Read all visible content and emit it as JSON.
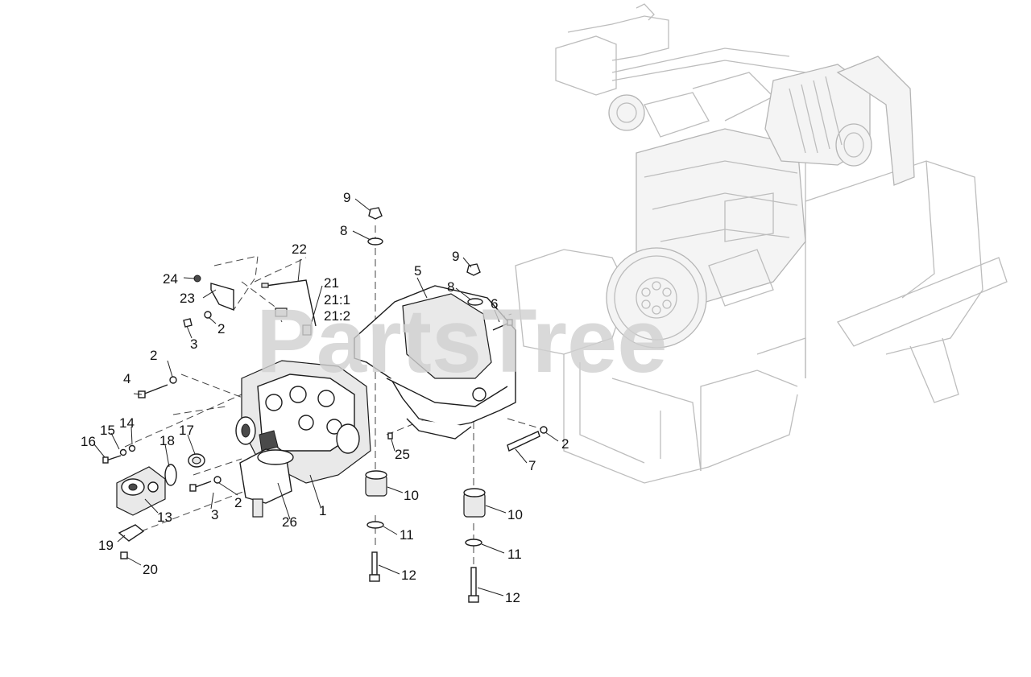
{
  "watermark": "PartsTree",
  "callouts": [
    {
      "id": "c1",
      "text": "1"
    },
    {
      "id": "c2a",
      "text": "2"
    },
    {
      "id": "c2b",
      "text": "2"
    },
    {
      "id": "c2c",
      "text": "2"
    },
    {
      "id": "c2d",
      "text": "2"
    },
    {
      "id": "c3a",
      "text": "3"
    },
    {
      "id": "c3b",
      "text": "3"
    },
    {
      "id": "c4",
      "text": "4"
    },
    {
      "id": "c5",
      "text": "5"
    },
    {
      "id": "c6",
      "text": "6"
    },
    {
      "id": "c7",
      "text": "7"
    },
    {
      "id": "c8a",
      "text": "8"
    },
    {
      "id": "c8b",
      "text": "8"
    },
    {
      "id": "c9a",
      "text": "9"
    },
    {
      "id": "c9b",
      "text": "9"
    },
    {
      "id": "c10a",
      "text": "10"
    },
    {
      "id": "c10b",
      "text": "10"
    },
    {
      "id": "c11a",
      "text": "11"
    },
    {
      "id": "c11b",
      "text": "11"
    },
    {
      "id": "c12a",
      "text": "12"
    },
    {
      "id": "c12b",
      "text": "12"
    },
    {
      "id": "c13",
      "text": "13"
    },
    {
      "id": "c14",
      "text": "14"
    },
    {
      "id": "c15",
      "text": "15"
    },
    {
      "id": "c16",
      "text": "16"
    },
    {
      "id": "c17",
      "text": "17"
    },
    {
      "id": "c18",
      "text": "18"
    },
    {
      "id": "c19",
      "text": "19"
    },
    {
      "id": "c20",
      "text": "20"
    },
    {
      "id": "c21",
      "text": "21"
    },
    {
      "id": "c21_1",
      "text": "21:1"
    },
    {
      "id": "c21_2",
      "text": "21:2"
    },
    {
      "id": "c22",
      "text": "22"
    },
    {
      "id": "c23",
      "text": "23"
    },
    {
      "id": "c24",
      "text": "24"
    },
    {
      "id": "c25",
      "text": "25"
    },
    {
      "id": "c26",
      "text": "26"
    }
  ]
}
